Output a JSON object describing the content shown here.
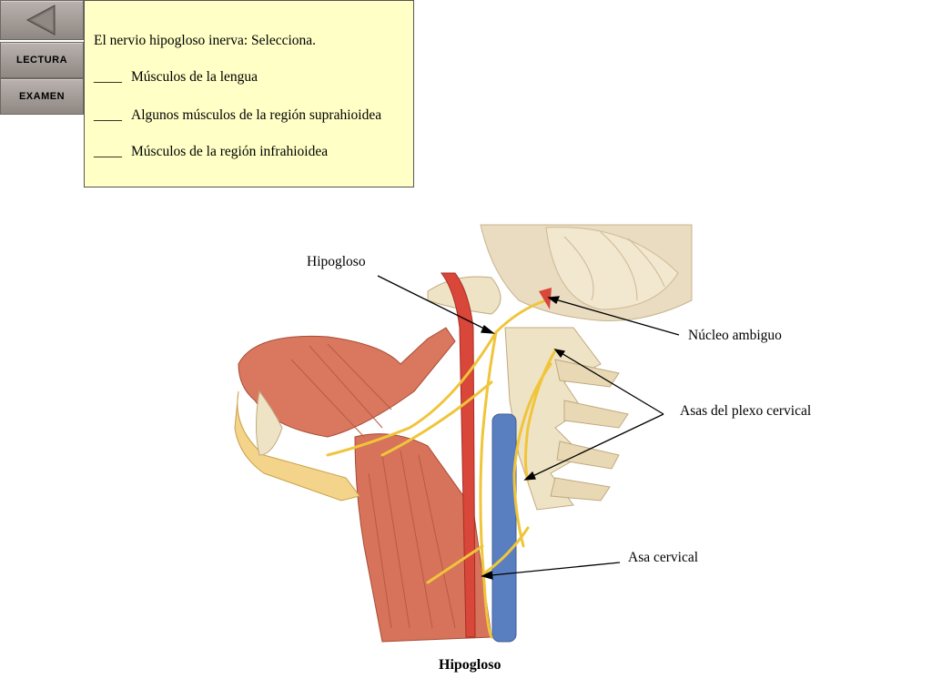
{
  "nav": {
    "back_icon": "left-arrow-icon",
    "lectura_label": "LECTURA",
    "examen_label": "EXAMEN"
  },
  "question": {
    "prompt": "El nervio hipogloso inerva:  Selecciona.",
    "blank": "____",
    "options": [
      {
        "text": "Músculos de la lengua"
      },
      {
        "text": "Algunos músculos de la región suprahioidea"
      },
      {
        "text": "Músculos  de la región infrahioidea"
      }
    ]
  },
  "labels": {
    "hipogloso": "Hipogloso",
    "nucleo_ambiguo": "Núcleo ambiguo",
    "asas_plexo": "Asas del plexo cervical",
    "asa_cervical": "Asa cervical"
  },
  "caption": "Hipogloso",
  "colors": {
    "question_bg": "#ffffc6",
    "nav_button": "#a59e99",
    "muscle": "#d9785f",
    "nerve": "#f0c53a",
    "vein": "#5a7fc0",
    "artery": "#d9463a",
    "bone": "#efe3c5"
  }
}
